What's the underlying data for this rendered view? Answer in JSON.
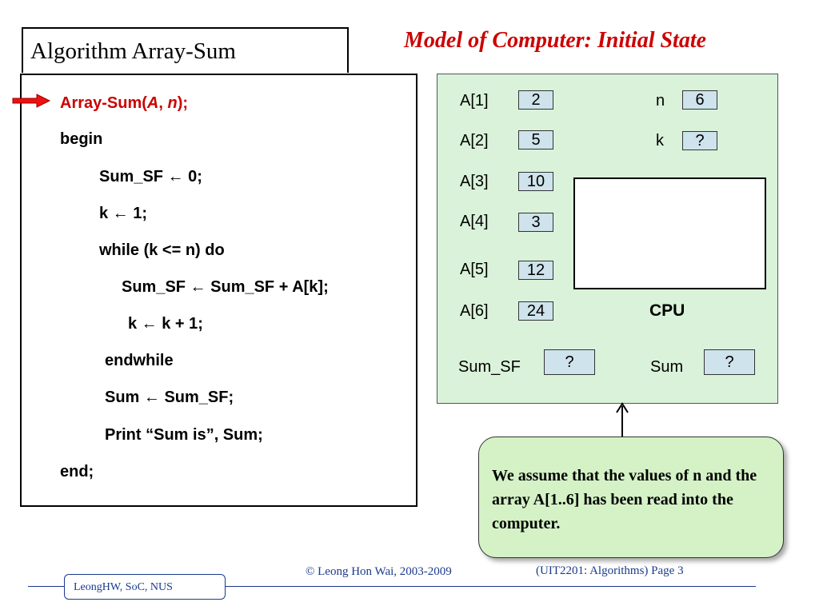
{
  "title": "Algorithm Array-Sum",
  "heading": "Model of Computer: Initial State",
  "code": {
    "line0": {
      "name": "Array-Sum(",
      "arg1": "A",
      "sep": ", ",
      "arg2": "n",
      "end": ");"
    },
    "line1": "begin",
    "line2": "Sum_SF ← 0;",
    "line3": "k ← 1;",
    "line4": "while (k <= n) do",
    "line5": "Sum_SF ← Sum_SF + A[k];",
    "line6": "k ← k + 1;",
    "line7": "endwhile",
    "line8": "Sum ← Sum_SF;",
    "line9": "Print “Sum is”, Sum;",
    "line10": "end;"
  },
  "memory": {
    "array": [
      {
        "label": "A[1]",
        "value": "2"
      },
      {
        "label": "A[2]",
        "value": "5"
      },
      {
        "label": "A[3]",
        "value": "10"
      },
      {
        "label": "A[4]",
        "value": "3"
      },
      {
        "label": "A[5]",
        "value": "12"
      },
      {
        "label": "A[6]",
        "value": "24"
      }
    ],
    "n": {
      "label": "n",
      "value": "6"
    },
    "k": {
      "label": "k",
      "value": "?"
    },
    "sum_sf": {
      "label": "Sum_SF",
      "value": "?"
    },
    "sum": {
      "label": "Sum",
      "value": "?"
    },
    "cpu_label": "CPU"
  },
  "callout": "We assume that the values of n and the array A[1..6] has been read into the computer.",
  "footer": {
    "author": "LeongHW, SoC, NUS",
    "copyright": "© Leong Hon Wai, 2003-2009",
    "page": "(UIT2201: Algorithms) Page 3"
  },
  "colors": {
    "heading": "#cc0000",
    "panel": "#d9f2d9",
    "cell": "#cfe3ec",
    "callout": "#d4f2c6",
    "footer": "#1a3a8a"
  }
}
